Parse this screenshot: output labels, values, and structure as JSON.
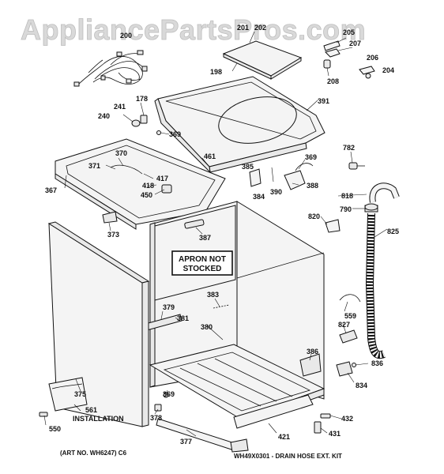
{
  "watermark": "AppliancePartsPros.com",
  "apron_note": [
    "APRON NOT",
    "STOCKED"
  ],
  "footer": {
    "art_no": "(ART NO. WH6247) C6",
    "kit": "WH49X0301 - DRAIN HOSE EXT. KIT"
  },
  "installation_label": "INSTALLATION",
  "callouts": {
    "c200": "200",
    "c201": "201",
    "c202": "202",
    "c198": "198",
    "c205": "205",
    "c207": "207",
    "c206": "206",
    "c204": "204",
    "c208": "208",
    "c391": "391",
    "c178": "178",
    "c241": "241",
    "c240": "240",
    "c369a": "369",
    "c782": "782",
    "c370": "370",
    "c461": "461",
    "c371": "371",
    "c417": "417",
    "c418": "418",
    "c450": "450",
    "c367": "367",
    "c385": "385",
    "c369b": "369",
    "c384": "384",
    "c390": "390",
    "c388": "388",
    "c818": "818",
    "c790": "790",
    "c820": "820",
    "c825": "825",
    "c373": "373",
    "c387": "387",
    "c383": "383",
    "c379": "379",
    "c381": "381",
    "c380": "380",
    "c559": "559",
    "c827": "827",
    "c386": "386",
    "c836": "836",
    "c834": "834",
    "c375": "375",
    "c369c": "369",
    "c378": "378",
    "c561": "561",
    "c550": "550",
    "c377": "377",
    "c421": "421",
    "c432": "432",
    "c431": "431"
  }
}
